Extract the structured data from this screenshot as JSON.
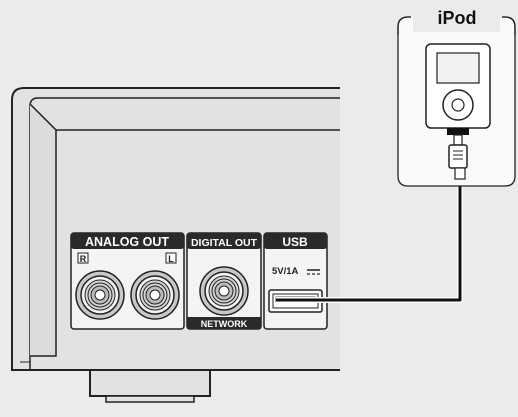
{
  "ipod": {
    "label": "iPod"
  },
  "panel": {
    "analog_out": {
      "title": "ANALOG OUT",
      "right_marker": "R",
      "left_marker": "L"
    },
    "digital_out": {
      "title": "DIGITAL OUT",
      "footer": "NETWORK"
    },
    "usb": {
      "title": "USB",
      "rating": "5V/1A"
    }
  },
  "colors": {
    "background": "#ebebeb",
    "panel_fill": "#e2e2e2",
    "label_bar": "#2a2a2a",
    "outline": "#222222",
    "cable": "#111111"
  }
}
